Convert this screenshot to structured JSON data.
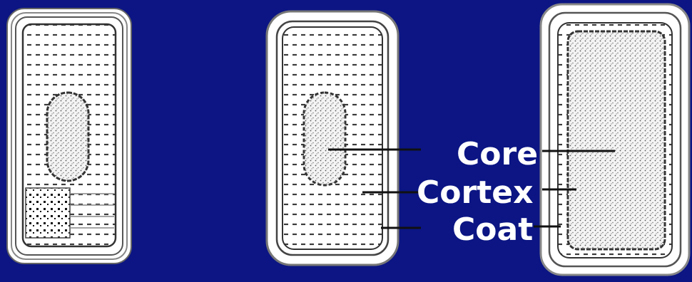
{
  "diagram": {
    "labels": {
      "core": "Core",
      "cortex": "Cortex",
      "coat": "Coat"
    }
  },
  "colors": {
    "background": "#0c1583",
    "cell_fill": "#ffffff",
    "outline": "#5a5a5a",
    "text": "#ffffff"
  }
}
